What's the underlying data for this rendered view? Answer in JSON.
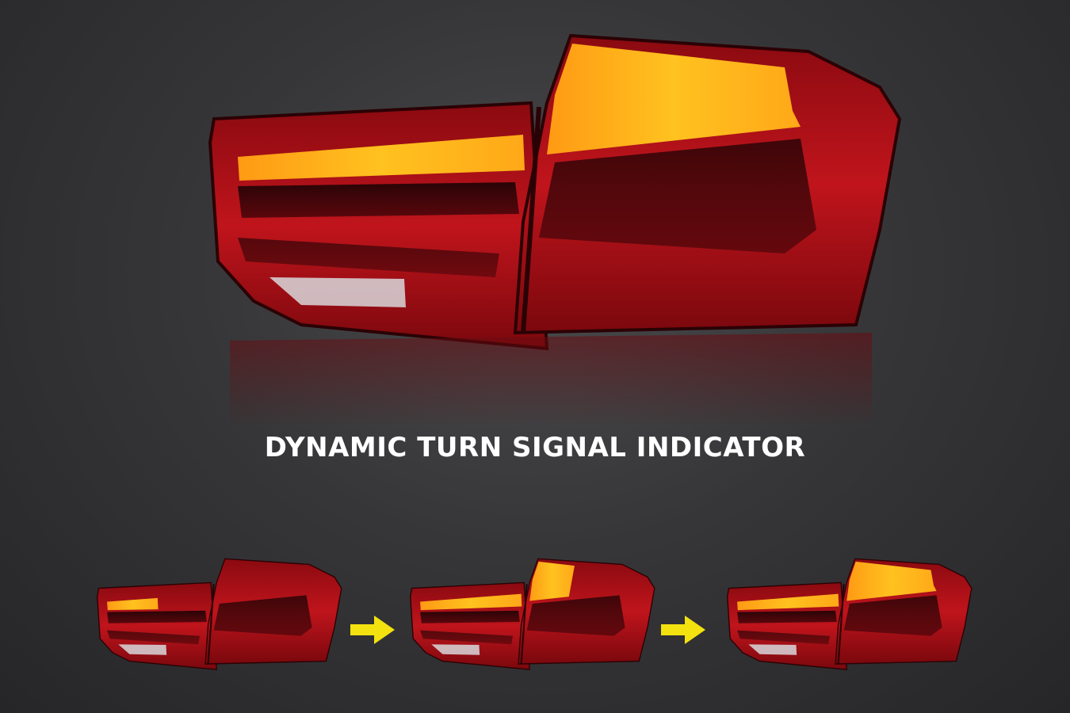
{
  "headline": "DYNAMIC TURN SIGNAL INDICATOR",
  "colors": {
    "background": "#363638",
    "lens_red": "#b3121a",
    "lens_dark": "#3a0508",
    "amber": "#ffb21a",
    "text": "#ffffff",
    "arrow": "#f3e20f"
  },
  "sequence": [
    {
      "step": 1,
      "signal_progress": 0.2
    },
    {
      "step": 2,
      "signal_progress": 0.6
    },
    {
      "step": 3,
      "signal_progress": 1.0
    }
  ],
  "icons": [
    "tail-light-image",
    "right-arrow-icon"
  ]
}
